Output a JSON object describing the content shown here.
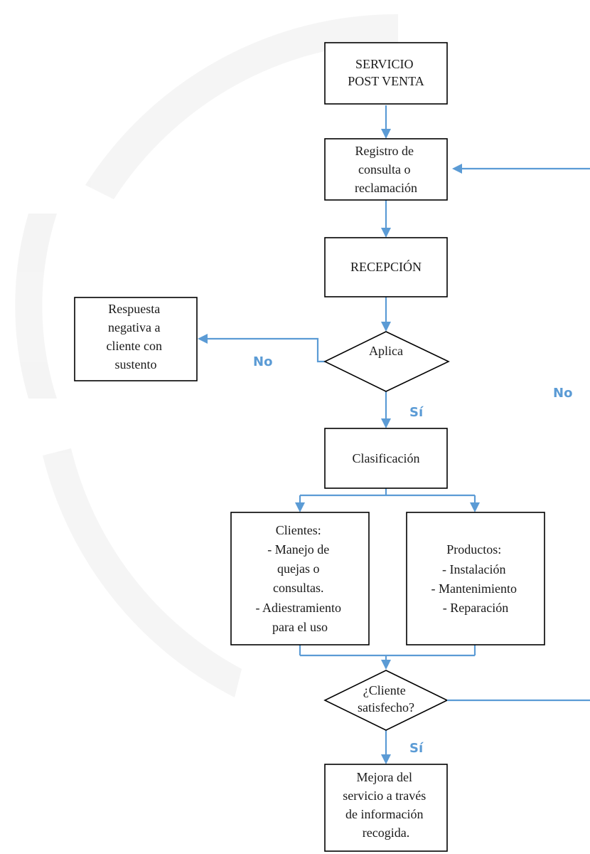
{
  "diagram": {
    "nodes": {
      "servicio": {
        "lines": [
          "SERVICIO",
          "POST VENTA"
        ]
      },
      "registro": {
        "lines": [
          "Registro de",
          "consulta o",
          "reclamación"
        ]
      },
      "recepcion": {
        "lines": [
          "RECEPCIÓN"
        ]
      },
      "aplica": {
        "lines": [
          "Aplica"
        ]
      },
      "respuesta": {
        "lines": [
          "Respuesta",
          "negativa a",
          "cliente con",
          "sustento"
        ]
      },
      "clasificacion": {
        "lines": [
          "Clasificación"
        ]
      },
      "clientes": {
        "lines": [
          "Clientes:",
          "- Manejo de",
          "quejas o",
          "consultas.",
          "- Adiestramiento",
          "para el uso"
        ]
      },
      "productos": {
        "lines": [
          "Productos:",
          "- Instalación",
          "- Mantenimiento",
          "- Reparación"
        ]
      },
      "satisfecho": {
        "lines": [
          "¿Cliente",
          "satisfecho?"
        ]
      },
      "mejora": {
        "lines": [
          "Mejora del",
          "servicio a través",
          "de información",
          "recogida."
        ]
      }
    },
    "edge_labels": {
      "aplica_no": "No",
      "aplica_si": "Sí",
      "satisfecho_no": "No",
      "satisfecho_si": "Sí"
    },
    "colors": {
      "connector": "#5b9bd5",
      "node_border": "#000000",
      "text": "#1a1a1a"
    }
  }
}
